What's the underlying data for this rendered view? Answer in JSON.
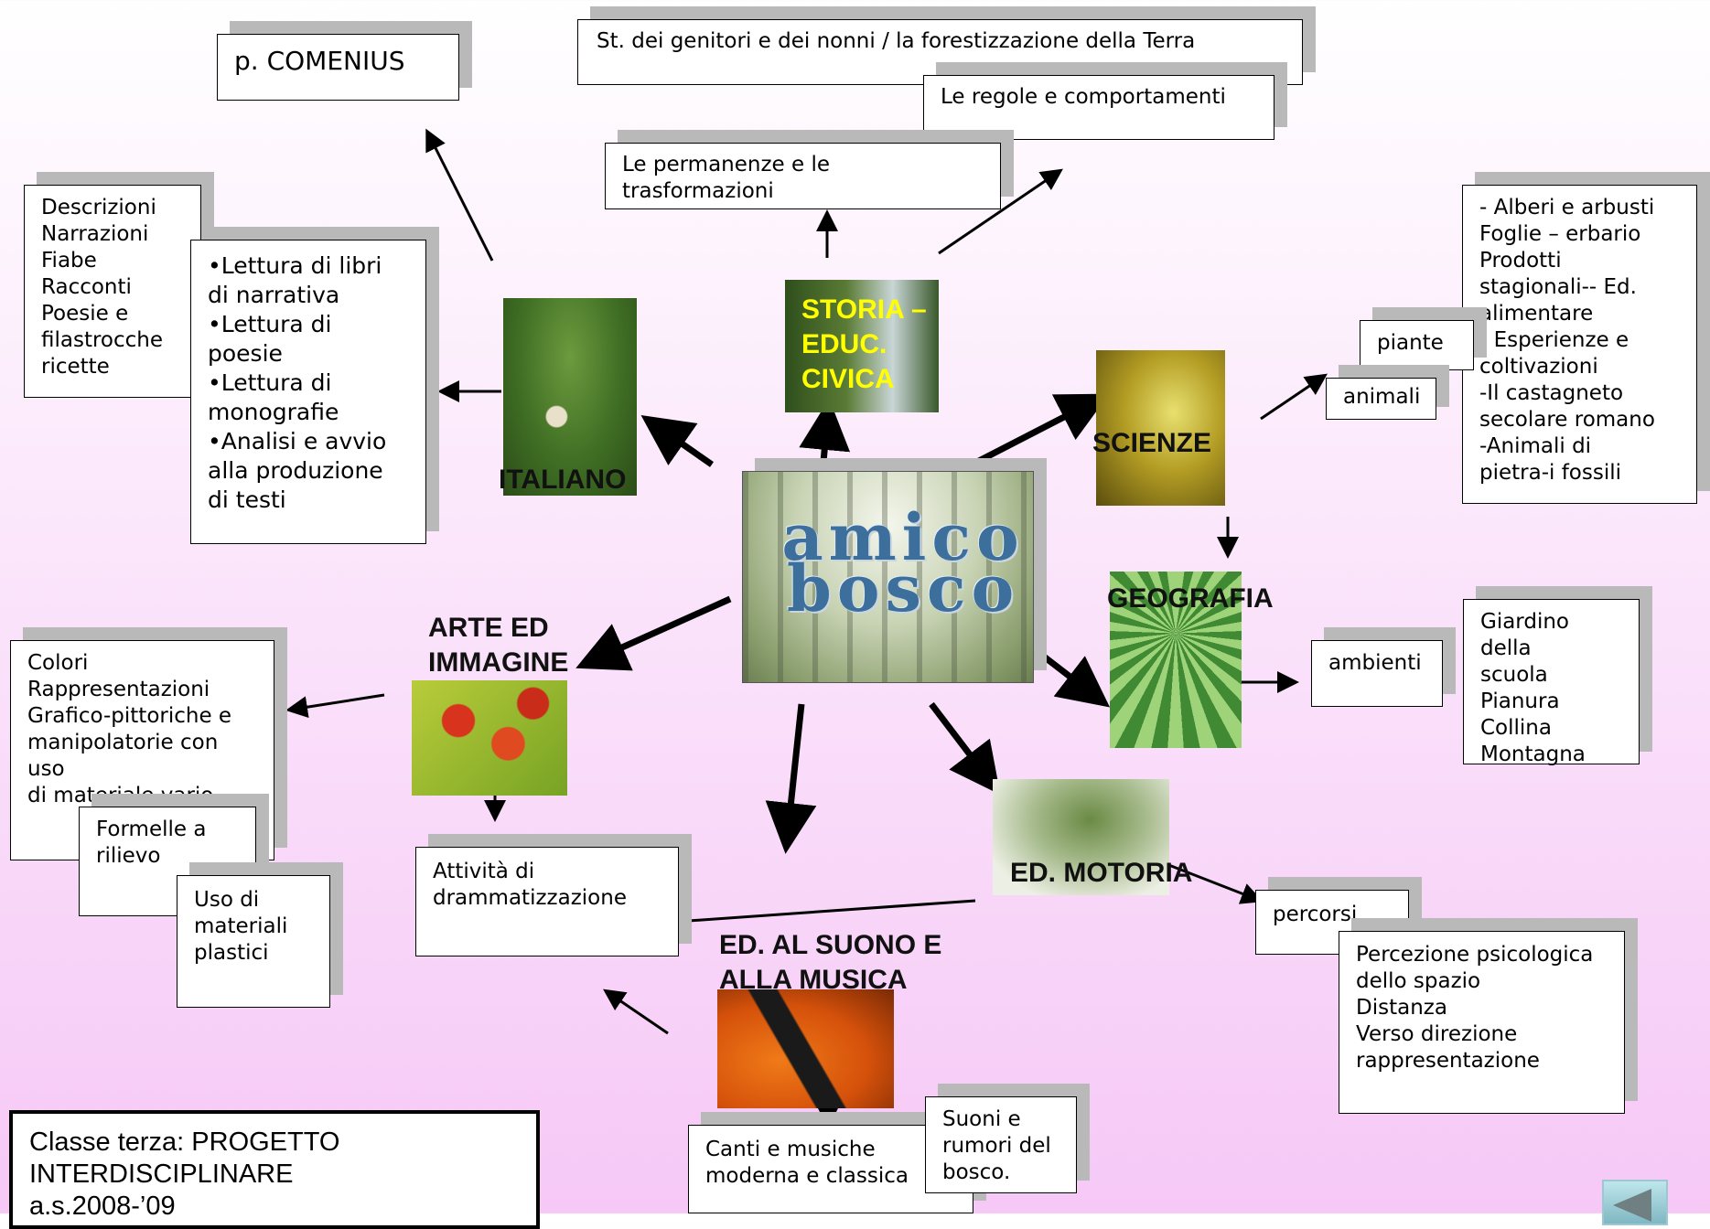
{
  "center": {
    "title": "amico\nbosco"
  },
  "subjects": {
    "italiano": "ITALIANO",
    "storia": "STORIA –\nEDUC.\nCIVICA",
    "scienze": "SCIENZE",
    "geografia": "GEOGRAFIA",
    "arte": "ARTE ED\nIMMAGINE",
    "motoria": "ED. MOTORIA",
    "musica": "ED. AL SUONO E\nALLA MUSICA"
  },
  "boxes": {
    "comenius": "p. COMENIUS",
    "storia_genitori": "St. dei genitori e dei nonni   / la forestizzazione della Terra",
    "regole": "Le regole e comportamenti",
    "permanenze": "Le permanenze e le trasformazioni",
    "descrizioni": "Descrizioni\nNarrazioni\nFiabe\nRacconti\nPoesie e\nfilastrocche\nricette",
    "lettura": "•Lettura di libri\ndi narrativa\n•Lettura di\npoesie\n•Lettura di\nmonografie\n•Analisi e avvio\nalla produzione\ndi testi",
    "alberi": "- Alberi e arbusti\nFoglie – erbario\nProdotti\nstagionali--  Ed.\nalimentare\n- Esperienze e\ncoltivazioni\n-Il castagneto\nsecolare romano\n-Animali di\npietra-i fossili",
    "piante": "piante",
    "animali": "animali",
    "ambienti": "ambienti",
    "giardino": "Giardino della\nscuola\nPianura\nCollina\nMontagna",
    "colori": "Colori\nRappresentazioni\nGrafico-pittoriche e\nmanipolatorie con uso\ndi materiale vario",
    "formelle": "Formelle a\nrilievo",
    "uso": "Uso di\nmateriali\nplastici",
    "attivita": "Attività di\ndrammatizzazione",
    "percorsi": "percorsi",
    "percezione": "Percezione psicologica\ndello spazio\nDistanza\nVerso direzione\nrappresentazione",
    "canti": "Canti e musiche\nmoderna e classica",
    "suoni": "Suoni e\nrumori del\nbosco."
  },
  "footer": {
    "class_info": "Classe terza: PROGETTO\nINTERDISCIPLINARE\na.s.2008-’09"
  },
  "colors": {
    "storia_label": "#ffff00",
    "arrow": "#000000",
    "center_title": "#3c6f9c"
  },
  "icons": {
    "nav": "back-arrow-icon"
  }
}
